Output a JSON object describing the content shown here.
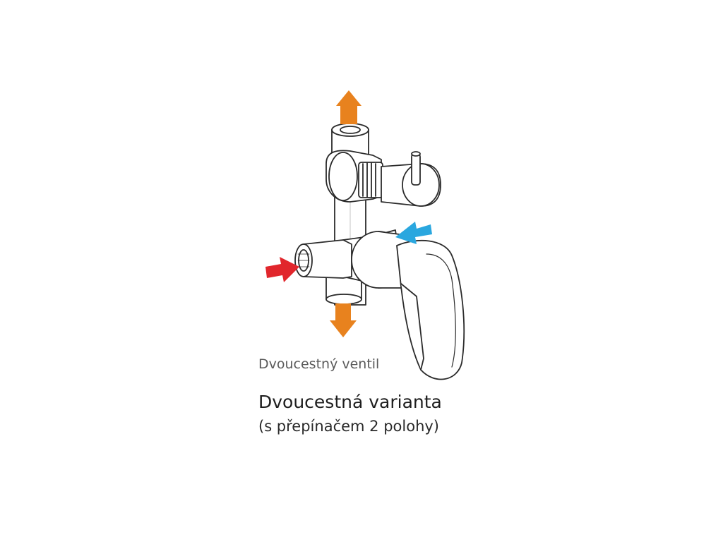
{
  "labels": {
    "valve": "Dvoucestný ventil",
    "title": "Dvoucestná varianta",
    "subtitle": "(s přepínačem 2 polohy)"
  },
  "colors": {
    "background": "#ffffff",
    "outline": "#2b2b2b",
    "outlet_arrow": "#e8821e",
    "hot_inlet_arrow": "#e1262c",
    "cold_inlet_arrow": "#2aa7df"
  },
  "arrows": [
    {
      "name": "outlet-up-arrow",
      "meaning": "outlet",
      "direction": "up"
    },
    {
      "name": "outlet-down-arrow",
      "meaning": "outlet",
      "direction": "down"
    },
    {
      "name": "hot-inlet-arrow",
      "meaning": "hot water inlet",
      "direction": "right"
    },
    {
      "name": "cold-inlet-arrow",
      "meaning": "cold water inlet",
      "direction": "left"
    }
  ]
}
